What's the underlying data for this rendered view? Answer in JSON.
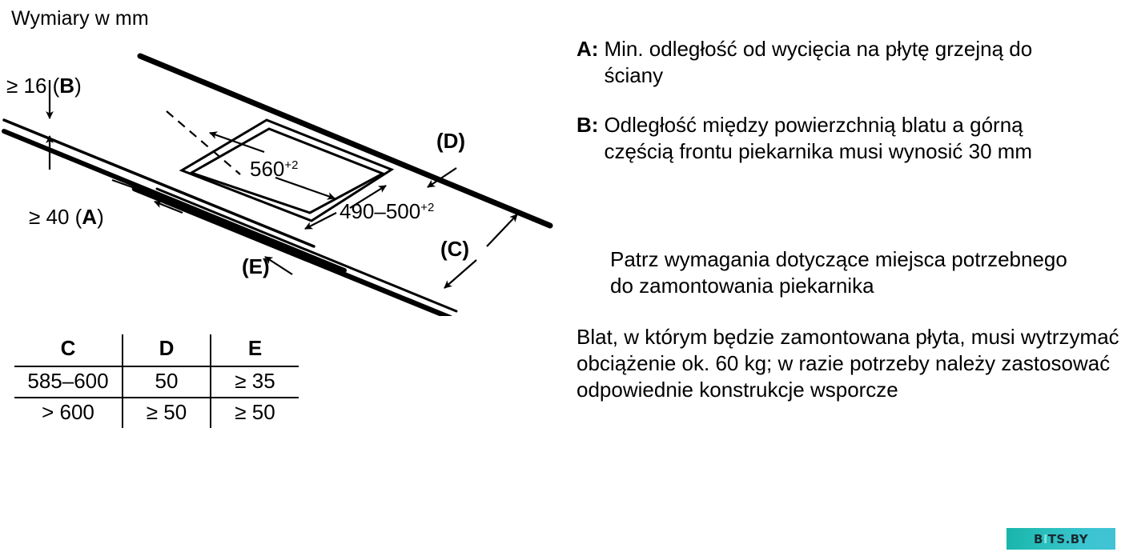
{
  "diagram": {
    "title": "Wymiary w mm",
    "labels": {
      "b_dim": "≥ 16 (",
      "b_letter": "B",
      "b_close": ")",
      "a_dim": "≥ 40 (",
      "a_letter": "A",
      "a_close": ")",
      "width_value": "560",
      "width_tol": "+2",
      "depth_value": "490–500",
      "depth_tol": "+2",
      "d_label": "(D)",
      "c_label": "(C)",
      "e_label": "(E)"
    }
  },
  "table": {
    "headers": [
      "C",
      "D",
      "E"
    ],
    "rows": [
      [
        "585–600",
        "50",
        "≥ 35"
      ],
      [
        "> 600",
        "≥ 50",
        "≥ 50"
      ]
    ]
  },
  "notes": {
    "a_key": "A:",
    "a_text": "Min. odległość od wycięcia na płytę grzejną do ściany",
    "b_key": "B:",
    "b_text": "Odległość między powierzchnią blatu a górną częścią frontu piekarnika musi wynosić 30 mm",
    "c_text": "Patrz wymagania dotyczące miejsca potrzebnego do zamontowania piekarnika",
    "d_text": "Blat, w którym będzie zamontowana płyta, musi wytrzymać obciążenie ok. 60 kg; w razie potrzeby należy zastosować odpowiednie konstrukcje wsporcze"
  },
  "watermark": {
    "prefix": "B",
    "highlight": "I",
    "suffix": "TS.BY",
    "color": "#2bbfbd"
  }
}
